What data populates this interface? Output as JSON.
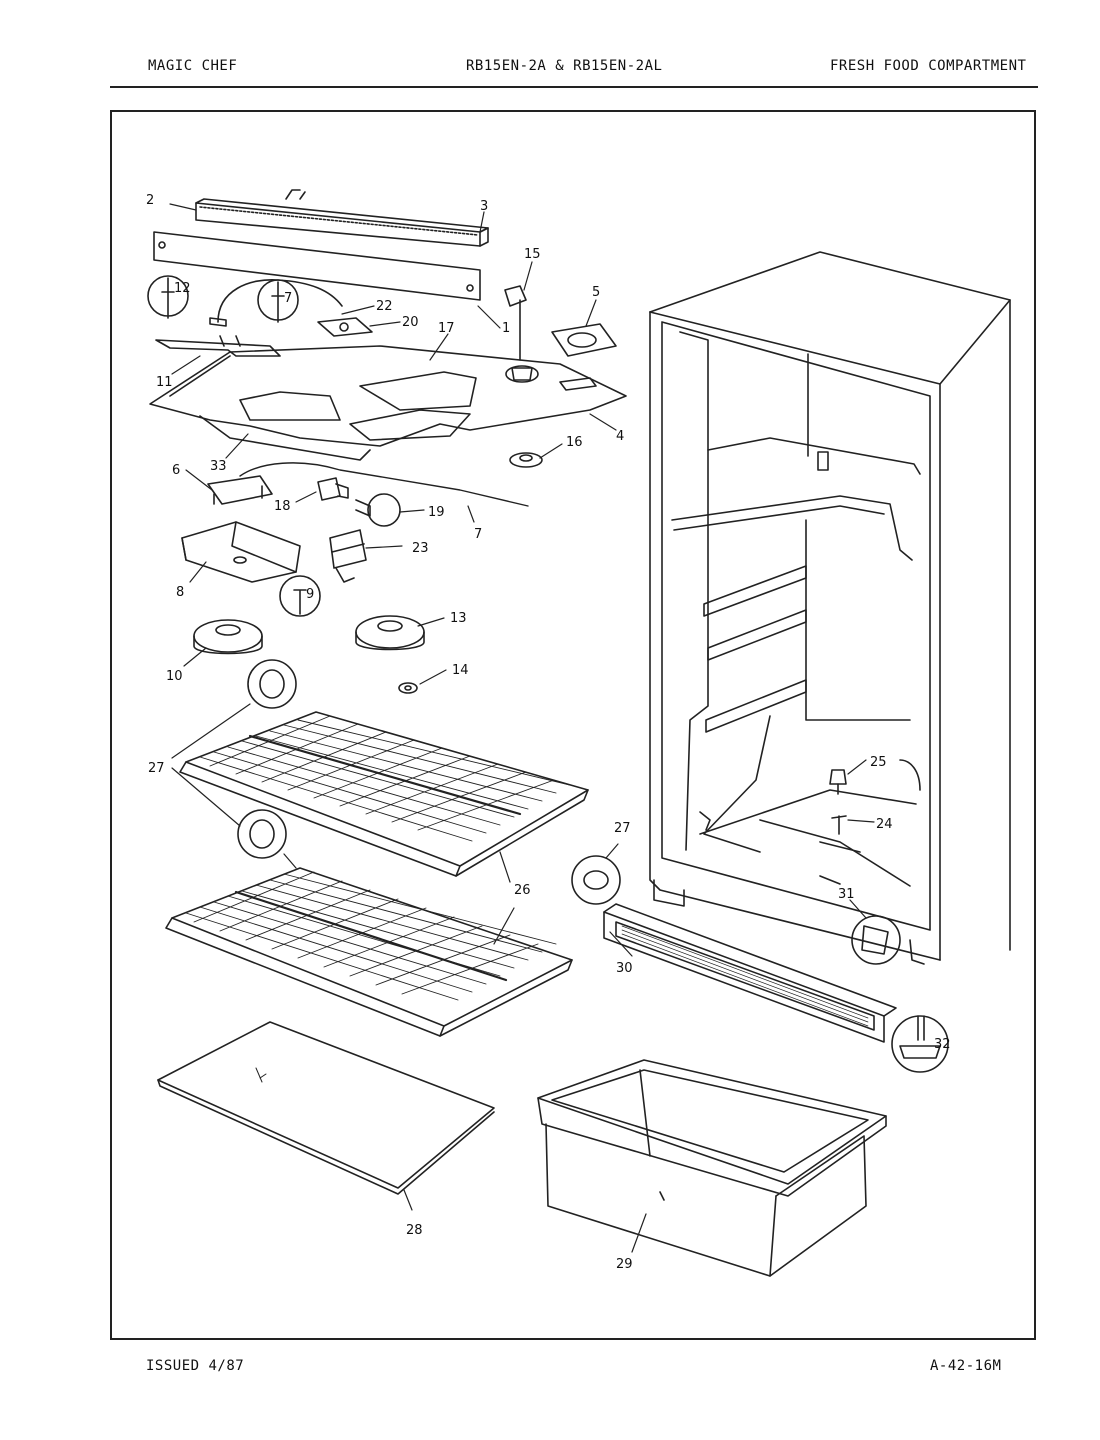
{
  "header": {
    "brand": "MAGIC CHEF",
    "model": "RB15EN-2A & RB15EN-2AL",
    "section": "FRESH FOOD COMPARTMENT"
  },
  "footer": {
    "issued": "ISSUED 4/87",
    "code": "A-42-16M"
  },
  "callouts": {
    "c1": "1",
    "c2": "2",
    "c3": "3",
    "c4": "4",
    "c5": "5",
    "c6": "6",
    "c7": "7",
    "c7b": "7",
    "c8": "8",
    "c9": "9",
    "c10": "10",
    "c11": "11",
    "c12": "12",
    "c13": "13",
    "c14": "14",
    "c15": "15",
    "c16": "16",
    "c17": "17",
    "c18": "18",
    "c19": "19",
    "c20": "20",
    "c22": "22",
    "c23": "23",
    "c24": "24",
    "c25": "25",
    "c26": "26",
    "c27a": "27",
    "c27b": "27",
    "c28": "28",
    "c29": "29",
    "c30": "30",
    "c31": "31",
    "c32": "32",
    "c33": "33"
  }
}
